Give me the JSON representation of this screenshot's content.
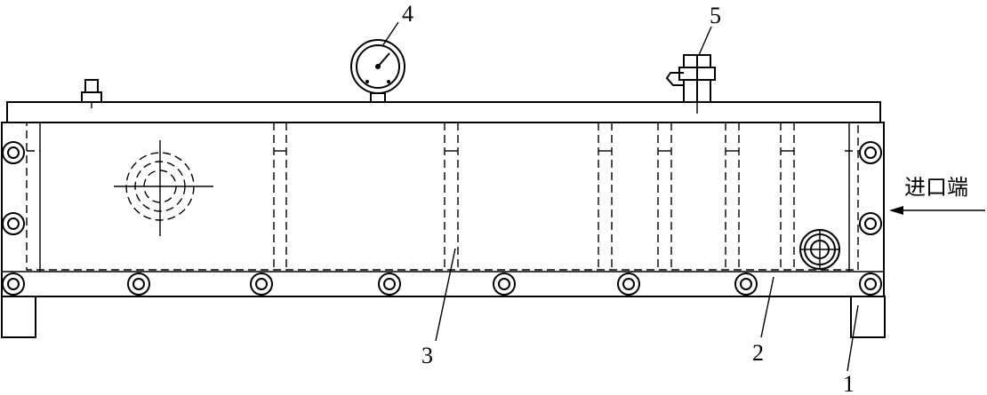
{
  "diagram": {
    "part_labels": [
      {
        "id": "part-1",
        "text": "1"
      },
      {
        "id": "part-2",
        "text": "2"
      },
      {
        "id": "part-3",
        "text": "3"
      },
      {
        "id": "part-4",
        "text": "4"
      },
      {
        "id": "part-5",
        "text": "5"
      }
    ],
    "inlet_label": "进口端"
  }
}
